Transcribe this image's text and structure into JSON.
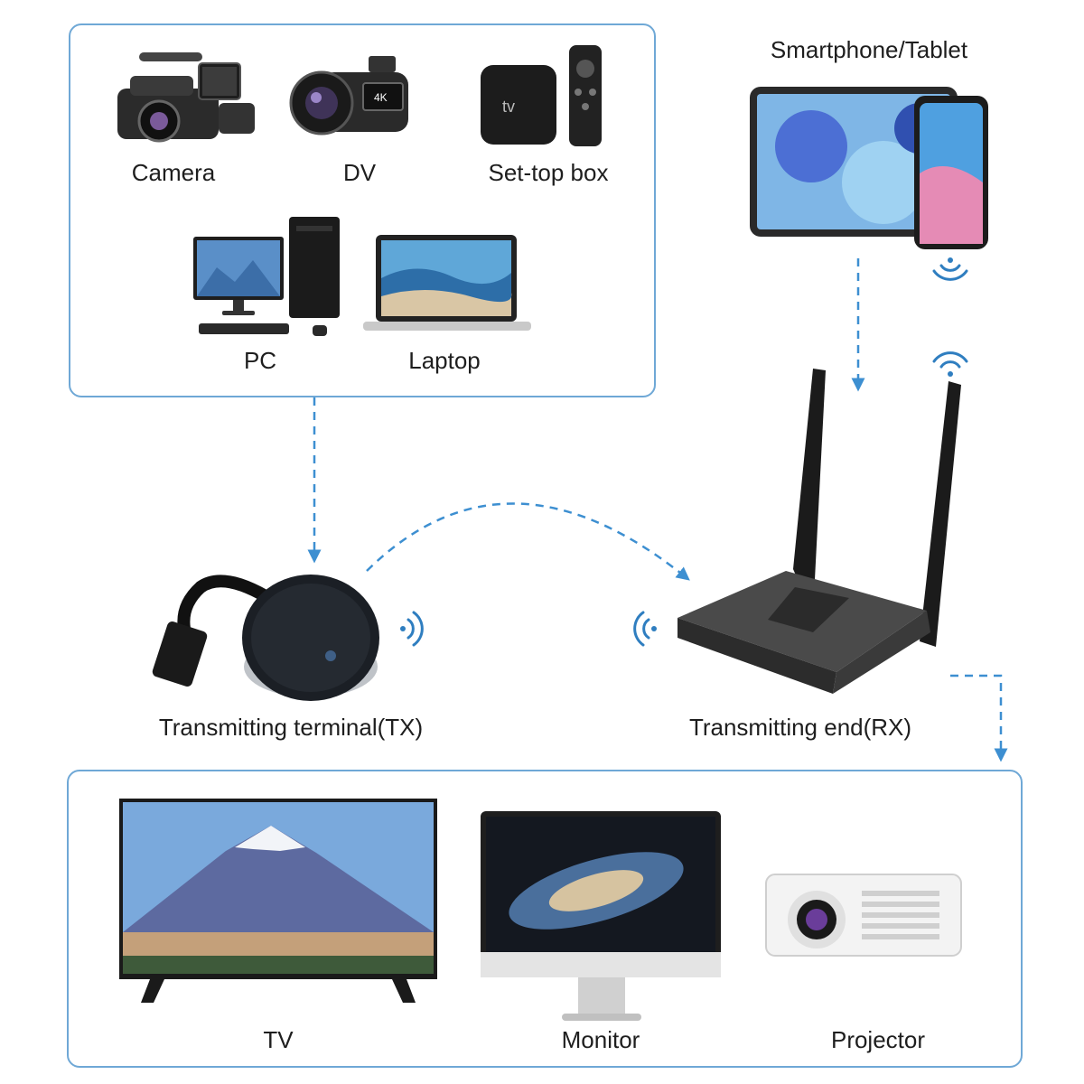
{
  "sources": {
    "camera": "Camera",
    "dv": "DV",
    "settop": "Set-top box",
    "pc": "PC",
    "laptop": "Laptop"
  },
  "mobile": {
    "label": "Smartphone/Tablet"
  },
  "tx": {
    "label": "Transmitting terminal(TX)"
  },
  "rx": {
    "label": "Transmitting end(RX)"
  },
  "displays": {
    "tv": "TV",
    "monitor": "Monitor",
    "projector": "Projector"
  },
  "colors": {
    "panel_border": "#6fa8d6",
    "arrow": "#3d8fd1",
    "wifi": "#2f7ec0"
  },
  "icons": [
    "camera-icon",
    "dv-icon",
    "set-top-box-icon",
    "pc-icon",
    "laptop-icon",
    "tablet-phone-icon",
    "tx-dongle-icon",
    "rx-receiver-icon",
    "tv-icon",
    "monitor-icon",
    "projector-icon",
    "wifi-signal-icon"
  ]
}
